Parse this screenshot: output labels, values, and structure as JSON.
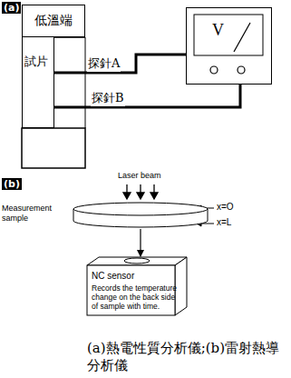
{
  "diagram": {
    "caption": "(a)熱電性質分析儀;(b)雷射熱導分析儀",
    "nodes": [
      {
        "text": [
          "低溫端"
        ]
      },
      {
        "text": [
          "試片"
        ]
      },
      {
        "text": [
          "V"
        ]
      },
      {
        "text": [
          "Measurement sample"
        ]
      },
      {
        "text": [
          "NC sensor",
          "Records the temperature change on the back side of sample with time."
        ]
      }
    ],
    "edges": [
      {
        "from": 1,
        "to": 2,
        "label": "探針A",
        "arrow": "none"
      },
      {
        "from": 1,
        "to": 2,
        "label": "探針B",
        "arrow": "none"
      },
      {
        "from": 3,
        "to": 4,
        "arrow": "to"
      }
    ],
    "labels": [
      "(a)",
      "(b)",
      "Laser beam",
      "x=O",
      "x=L"
    ]
  }
}
